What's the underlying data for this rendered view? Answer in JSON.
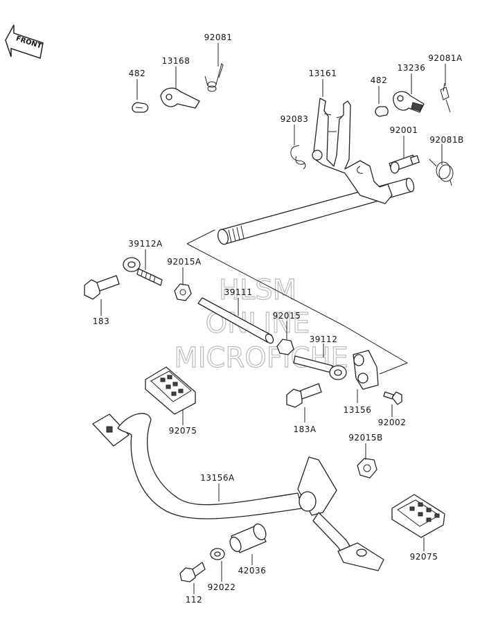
{
  "front_arrow": {
    "label": "FRONT"
  },
  "watermark": {
    "line1": "HLSM",
    "line2": "ONLINE",
    "line3": "MICROFICHE"
  },
  "labels": {
    "p482a": "482",
    "p13168": "13168",
    "p92081": "92081",
    "p13161": "13161",
    "p482b": "482",
    "p13236": "13236",
    "p92081a": "92081A",
    "p92083": "92083",
    "p92001": "92001",
    "p92081b": "92081B",
    "p39112a": "39112A",
    "p92015a": "92015A",
    "p183": "183",
    "p39111": "39111",
    "p92015": "92015",
    "p39112": "39112",
    "p13156": "13156",
    "p92002": "92002",
    "p183a": "183A",
    "p92075a": "92075",
    "p92015b": "92015B",
    "p13156a": "13156A",
    "p92075b": "92075",
    "p42036": "42036",
    "p92022": "92022",
    "p112": "112"
  }
}
